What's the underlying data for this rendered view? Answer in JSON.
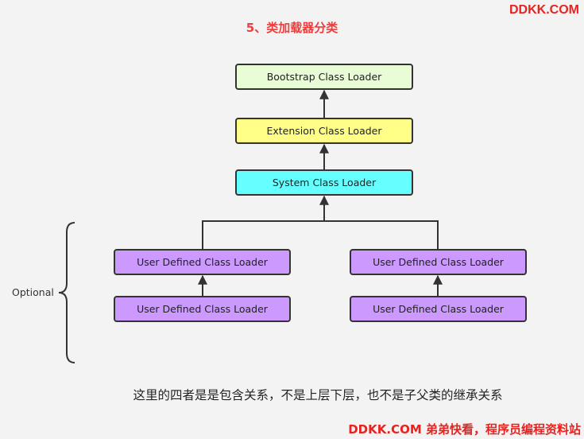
{
  "watermark": {
    "top": "DDKK.COM",
    "bottom": "DDKK.COM 弟弟快看，程序员编程资料站"
  },
  "title": "5、类加载器分类",
  "diagram": {
    "nodes": {
      "bootstrap": "Bootstrap Class Loader",
      "extension": "Extension Class Loader",
      "system": "System Class Loader",
      "user_left_top": "User Defined Class Loader",
      "user_left_bottom": "User Defined Class Loader",
      "user_right_top": "User Defined Class Loader",
      "user_right_bottom": "User Defined Class Loader"
    },
    "colors": {
      "bootstrap": "#e8fcd6",
      "extension": "#ffff88",
      "system": "#66ffff",
      "user": "#cc99ff"
    },
    "optional_label": "Optional"
  },
  "caption": "这里的四者是是包含关系，不是上层下层，也不是子父类的继承关系"
}
